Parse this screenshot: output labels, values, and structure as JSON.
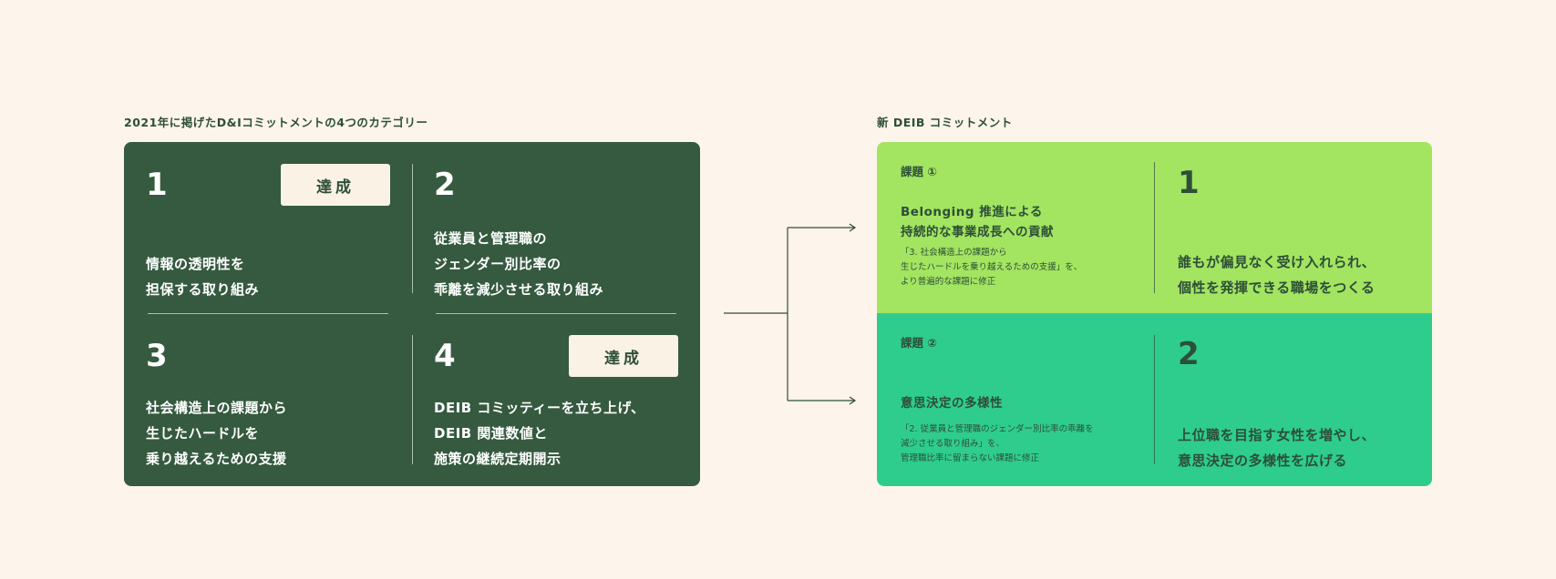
{
  "left_label": "2021年に掲げたD&Iコミットメントの4つのカテゴリー",
  "right_label": "新 DEIB コミットメント",
  "left_quadrants": [
    {
      "num": "1",
      "badge": "達成",
      "lines": [
        "情報の透明性を",
        "担保する取り組み"
      ]
    },
    {
      "num": "2",
      "badge": "",
      "lines": [
        "従業員と管理職の",
        "ジェンダー別比率の",
        "乖離を減少させる取り組み"
      ]
    },
    {
      "num": "3",
      "badge": "",
      "lines": [
        "社会構造上の課題から",
        "生じたハードルを",
        "乗り越えるための支援"
      ]
    },
    {
      "num": "4",
      "badge": "達成",
      "lines": [
        "DEIB コミッティーを立ち上げ、",
        "DEIB 関連数値と",
        "施策の継続定期開示"
      ]
    }
  ],
  "right_items": [
    {
      "kadai": "課題 ①",
      "title_lines": [
        "Belonging 推進による",
        "持続的な事業成長への貢献"
      ],
      "note_lines": [
        "「3. 社会構造上の課題から",
        "生じたハードルを乗り越えるための支援」を、",
        "より普遍的な課題に修正"
      ],
      "num": "1",
      "text_lines": [
        "誰もが偏見なく受け入れられ、",
        "個性を発揮できる職場をつくる"
      ]
    },
    {
      "kadai": "課題 ②",
      "title_lines": [
        "意思決定の多様性"
      ],
      "note_lines": [
        "「2. 従業員と管理職のジェンダー別比率の乖離を",
        "減少させる取り組み」を、",
        "管理職比率に留まらない課題に修正"
      ],
      "num": "2",
      "text_lines": [
        "上位職を目指す女性を増やし、",
        "意思決定の多様性を広げる"
      ]
    }
  ],
  "colors": {
    "background": "#fdf4eb",
    "left_panel": "#355a3f",
    "right_top": "#a3e461",
    "right_bottom": "#2ecd8d",
    "text_dark": "#2d4f38",
    "badge_bg": "#fbf2e6"
  }
}
